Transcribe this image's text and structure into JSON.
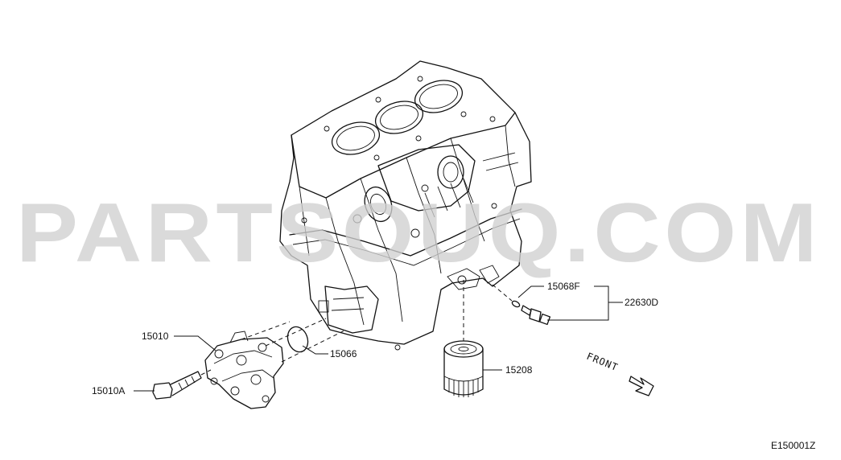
{
  "watermark": "PARTSOUQ.COM",
  "front_label": "FRONT",
  "diagram_code": "E150001Z",
  "parts": {
    "p15010": "15010",
    "p15010A": "15010A",
    "p15066": "15066",
    "p15208": "15208",
    "p15068F": "15068F",
    "p22630D": "22630D"
  }
}
